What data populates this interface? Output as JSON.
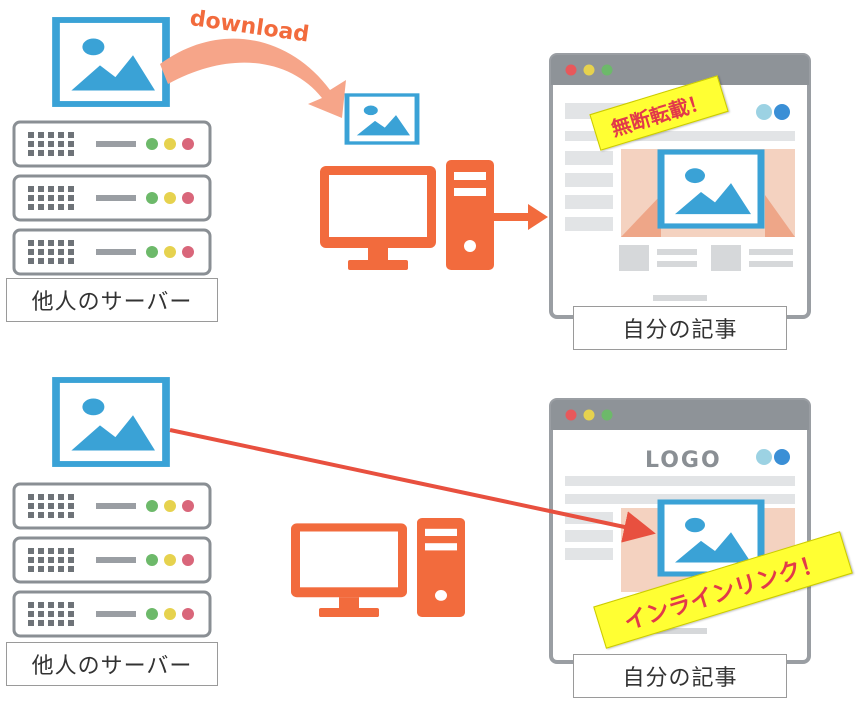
{
  "top": {
    "server_label": "他人のサーバー",
    "arrow_label": "download",
    "article_label": "自分の記事",
    "sticker": "無断転載！"
  },
  "bottom": {
    "server_label": "他人のサーバー",
    "logo": "LOGO",
    "article_label": "自分の記事",
    "sticker": "インラインリンク！"
  },
  "colors": {
    "image_frame": "#3aa2d6",
    "pc_orange": "#f26b3d",
    "arrow_salmon": "#f6a589",
    "arrow_red": "#e8503f",
    "server_border": "#8a8f94",
    "browser_bar": "#8e9398",
    "sticker_yellow": "#ffff33",
    "sticker_text": "#e2394a",
    "dot_red": "#e8585b",
    "dot_yellow": "#e6d24e",
    "dot_green": "#6db96a"
  }
}
